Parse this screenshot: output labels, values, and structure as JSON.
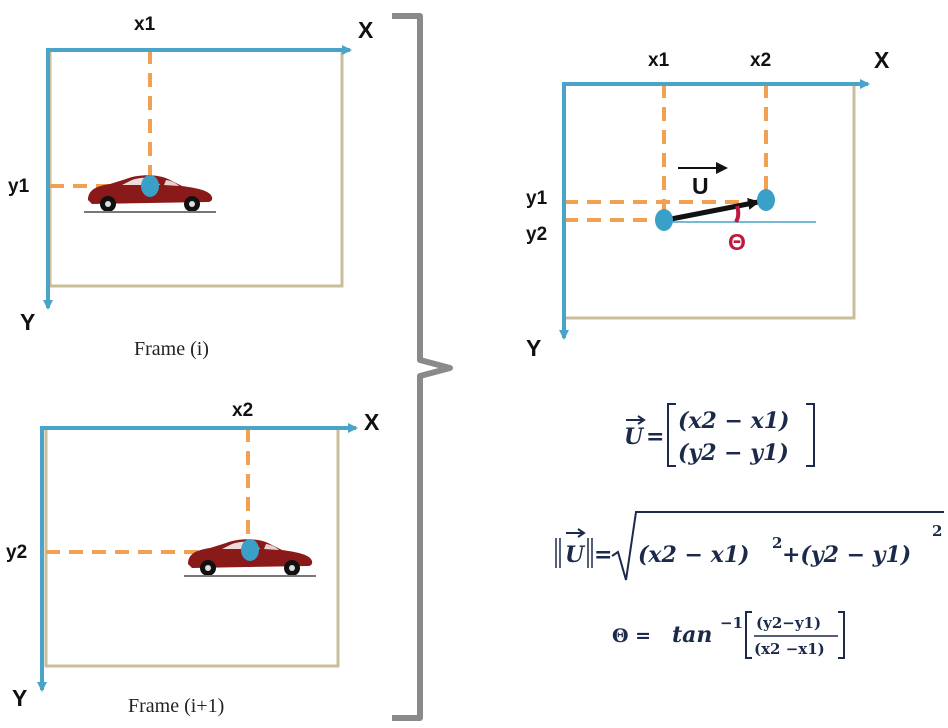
{
  "frame1": {
    "x_label": "x1",
    "y_label": "y1",
    "x_axis": "X",
    "y_axis": "Y",
    "caption": "Frame (i)"
  },
  "frame2": {
    "x_label": "x2",
    "y_label": "y2",
    "x_axis": "X",
    "y_axis": "Y",
    "caption": "Frame (i+1)"
  },
  "combined": {
    "x1_label": "x1",
    "x2_label": "x2",
    "y1_label": "y1",
    "y2_label": "y2",
    "x_axis": "X",
    "y_axis": "Y",
    "vector_label": "U",
    "angle_label": "Θ"
  },
  "formulas": {
    "u_lhs": "U",
    "u_eq": "=",
    "u_row1": "(x2 − x1)",
    "u_row2": "(y2 − y1)",
    "norm_eq": "=",
    "norm_t1": "(x2  − x1)",
    "norm_t2": "+(y2 − y1)",
    "sup2": "2",
    "theta_lhs": "Θ = ",
    "theta_fn": "tan",
    "theta_sup": "−1",
    "theta_num": "(y2−y1)",
    "theta_den": "(x2 −x1)"
  },
  "colors": {
    "axis": "#4aa3c9",
    "guide": "#f0a050",
    "frame_border": "#c9bd9a",
    "car_body": "#8a1a1a",
    "dot": "#3aa0c8",
    "angle": "#c0193f",
    "bracket": "#8a8a8a"
  }
}
